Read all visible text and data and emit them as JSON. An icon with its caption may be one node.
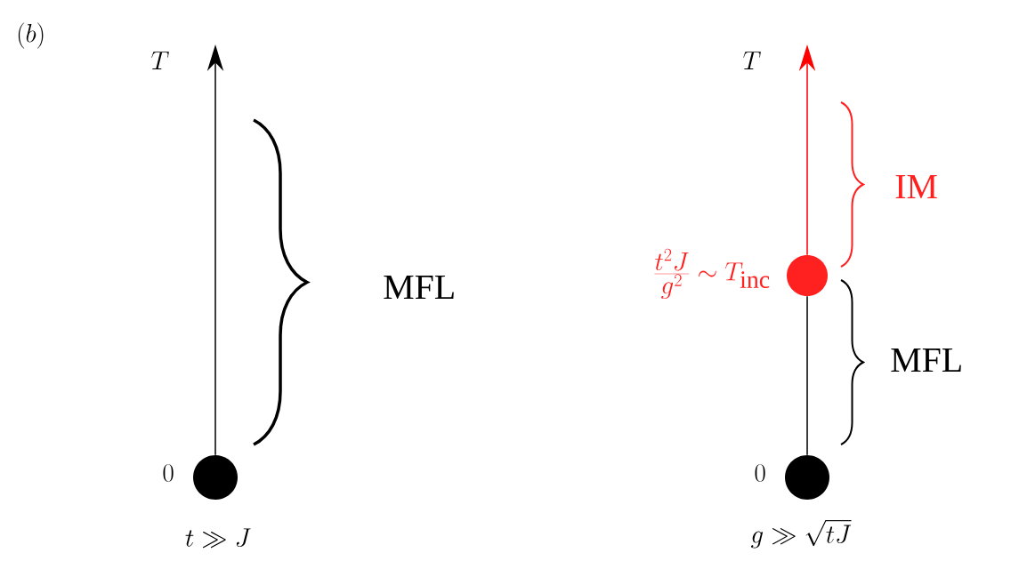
{
  "diagram": {
    "nodes": [
      {
        "text": [],
        "shape": "circle",
        "beside": [
          "0"
        ]
      },
      {
        "text": [],
        "shape": "circle",
        "beside": [
          "0"
        ]
      },
      {
        "text": [],
        "shape": "circle",
        "beside": [
          "\\frac{t^2 J}{g^2} \\sim T_{\\mathrm{inc}}"
        ]
      }
    ],
    "edges": [
      {
        "from": 0,
        "to": null,
        "arrow": "to"
      },
      {
        "from": 1,
        "to": 2,
        "arrow": "none"
      },
      {
        "from": 2,
        "to": null,
        "arrow": "to",
        "color": "#ff0000"
      }
    ],
    "labels": [
      "(b)",
      "T",
      "T",
      "MFL",
      "IM",
      "MFL",
      "t \\gg J",
      "g \\gg \\sqrt{tJ}"
    ]
  }
}
